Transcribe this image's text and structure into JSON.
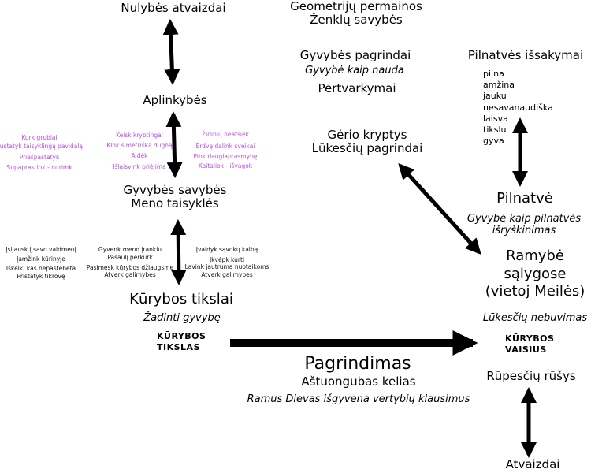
{
  "nodes": {
    "nulybes": "Nulybės atvaizdai",
    "aplinkybes": "Aplinkybės",
    "gyvybes_savybes": [
      "Gyvybės savybės",
      "Meno taisyklės"
    ],
    "kurybos_tikslai": {
      "title": "Kūrybos tikslai",
      "subtitle": "Žadinti gyvybę",
      "label": [
        "KŪRYBOS",
        "TIKSLAS"
      ]
    },
    "geometriju": [
      "Geometrijų permainos",
      "Ženklų savybės"
    ],
    "gyvybes_pagrindai": {
      "title": "Gyvybės pagrindai",
      "subtitle": "Gyvybė kaip nauda",
      "extra": "Pertvarkymai"
    },
    "gerio_kryptys": [
      "Gėrio kryptys",
      "Lūkesčių pagrindai"
    ],
    "pilnatves_issakymai": {
      "title": "Pilnatvės išsakymai",
      "items": [
        "pilna",
        "amžina",
        "jauku",
        "nesavanaudiška",
        "laisva",
        "tikslu",
        "gyva"
      ]
    },
    "pilnatve": {
      "title": "Pilnatvė",
      "subtitle": [
        "Gyvybė kaip pilnatvės",
        "išryškinimas"
      ]
    },
    "ramybe": {
      "title": [
        "Ramybė",
        "sąlygose",
        "(vietoj Meilės)"
      ],
      "subtitle": "Lūkesčių nebuvimas",
      "label": [
        "KŪRYBOS",
        "VAISIUS"
      ]
    },
    "rupesciu": "Rūpesčių rūšys",
    "atvaizdai": "Atvaizdai",
    "pagrindimas": {
      "title": "Pagrindimas",
      "subtitle": "Aštuongubas kelias",
      "note": "Ramus Dievas išgyvena vertybių klausimus"
    }
  },
  "purple_groups": {
    "left": [
      "Kurk grubiai",
      "Sustatyk taisyklingą pavidalą",
      "Priešpastatyk",
      "Supaprastink - nurimk"
    ],
    "middle": [
      "Keisk kryptingai",
      "Klok simetrišką dugną",
      "Aidėk",
      "Išlaisvink priėjimą"
    ],
    "right": [
      "Židinių neatsiek",
      "Erdvę dalink sveikai",
      "Pink daugiaprasmybę",
      "Kaitaliok - išvagok"
    ]
  },
  "black_groups": {
    "left": [
      "Įsijausk į savo vaidmenį",
      "Įamžink kūrinyje",
      "Iškelk, kas nepastebėta",
      "Pristatyk tikrovę"
    ],
    "middle": [
      "Gyvenk meno įrankiu",
      "Pasaulį perkurk",
      "Pasimėsk kūrybos džiaugsme",
      "Atverk galimybes"
    ],
    "right": [
      "Įvaldyk sąvokų kalbą",
      "Įkvėpk kurti",
      "Lavink jautrumą nuotaikoms",
      "Atverk galimybes"
    ]
  },
  "colors": {
    "purple": "#b84fe0",
    "arrow": "#000000"
  }
}
